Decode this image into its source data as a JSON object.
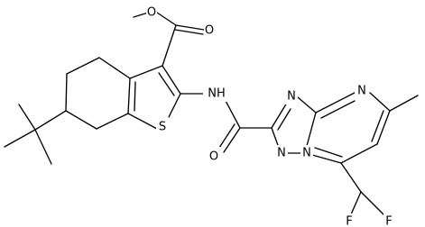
{
  "molecule": {
    "atom_labels": {
      "ester_carbonyl_o": "O",
      "ester_alkoxy_o": "O",
      "thiophene_s": "S",
      "amide_nh": "NH",
      "amide_o": "O",
      "triazole_n_top": "N",
      "triazole_n_bottom": "N",
      "bridge_n": "N",
      "pyrimidine_n": "N",
      "fluorine_left": "F",
      "fluorine_right": "F"
    }
  }
}
